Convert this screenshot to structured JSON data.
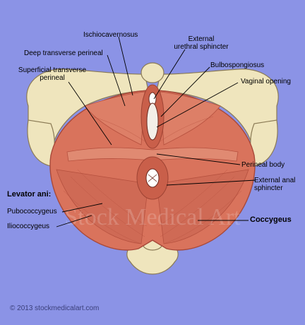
{
  "labels": {
    "ischiocavernosus": "Ischiocavernosus",
    "external_urethral_sphincter": "External\nurethral sphincter",
    "deep_transverse_perineal": "Deep transverse perineal",
    "bulbospongiosus": "Bulbospongiosus",
    "superficial_transverse_perineal": "Superficial transverse\nperineal",
    "vaginal_opening": "Vaginal opening",
    "perineal_body": "Perineal body",
    "levator_ani": "Levator ani:",
    "external_anal_sphincter": "External anal\nsphincter",
    "pubococcygeus": "Pubococcygeus",
    "iliococcygeus": "Iliococcygeus",
    "coccygeus": "Coccygeus"
  },
  "watermark": "Stock Medical Art",
  "copyright": "© 2013 stockmedicalart.com",
  "colors": {
    "background": "#8b93e6",
    "bone": "#efe5bd",
    "muscle": "#d9735c",
    "muscle_dark": "#b5503e",
    "leader": "#000000"
  }
}
